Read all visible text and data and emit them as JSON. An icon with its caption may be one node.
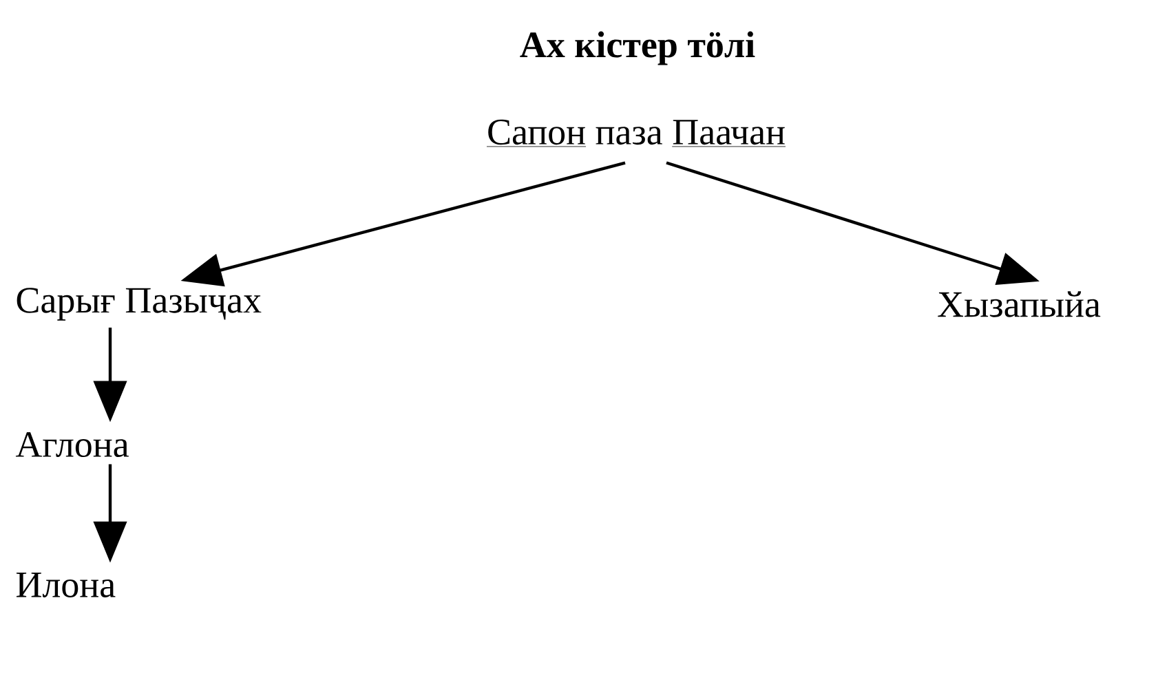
{
  "diagram": {
    "title": "Ах кістер тӧлі",
    "nodes": [
      {
        "text": [
          "Сапон",
          "паза",
          "Паачан"
        ]
      },
      {
        "text": [
          "Сарығ Пазыҷах"
        ]
      },
      {
        "text": [
          "Хызапыйа"
        ]
      },
      {
        "text": [
          "Аглона"
        ]
      },
      {
        "text": [
          "Илона"
        ]
      }
    ],
    "edges": [
      {
        "from": 0,
        "to": 1,
        "arrow": "to"
      },
      {
        "from": 0,
        "to": 2,
        "arrow": "to"
      },
      {
        "from": 1,
        "to": 3,
        "arrow": "to"
      },
      {
        "from": 3,
        "to": 4,
        "arrow": "to"
      }
    ]
  }
}
